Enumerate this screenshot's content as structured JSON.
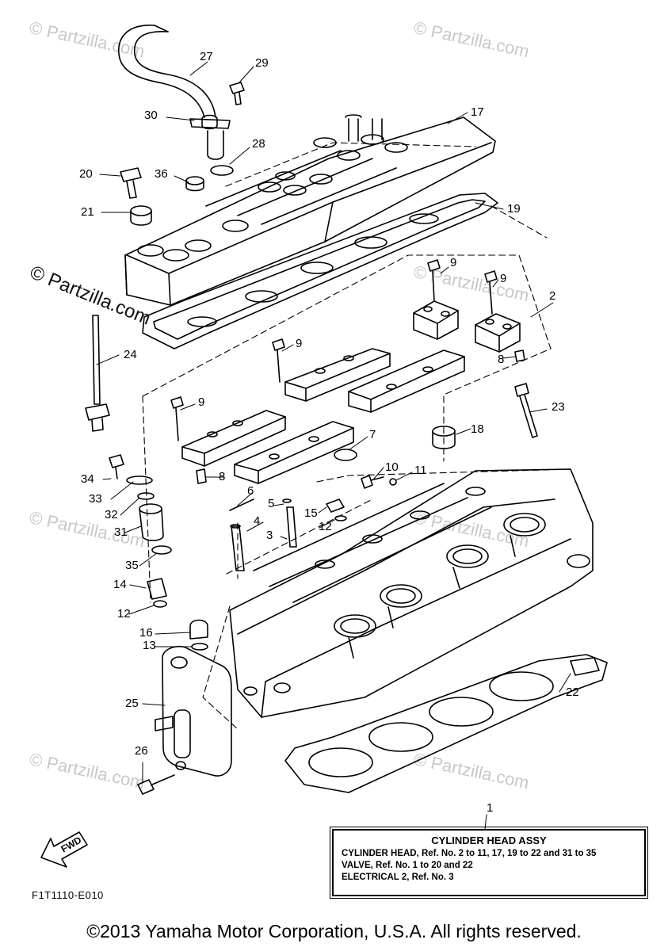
{
  "watermark": {
    "text": "© Partzilla.com"
  },
  "callouts": [
    "1",
    "2",
    "3",
    "4",
    "5",
    "6",
    "7",
    "8",
    "8",
    "9",
    "9",
    "9",
    "9",
    "10",
    "11",
    "12",
    "12",
    "13",
    "14",
    "15",
    "16",
    "17",
    "18",
    "19",
    "20",
    "21",
    "22",
    "23",
    "24",
    "25",
    "26",
    "27",
    "28",
    "29",
    "30",
    "31",
    "32",
    "33",
    "34",
    "35",
    "36"
  ],
  "fwd_label": "FWD",
  "diagram_code": "F1T1110-E010",
  "legend": {
    "title": "CYLINDER HEAD ASSY",
    "lines": [
      "CYLINDER HEAD, Ref. No. 2 to 11, 17, 19 to 22 and 31 to 35",
      "VALVE, Ref. No. 1 to 20 and 22",
      "ELECTRICAL 2, Ref. No. 3"
    ]
  },
  "copyright": "©2013 Yamaha Motor Corporation, U.S.A. All rights reserved."
}
